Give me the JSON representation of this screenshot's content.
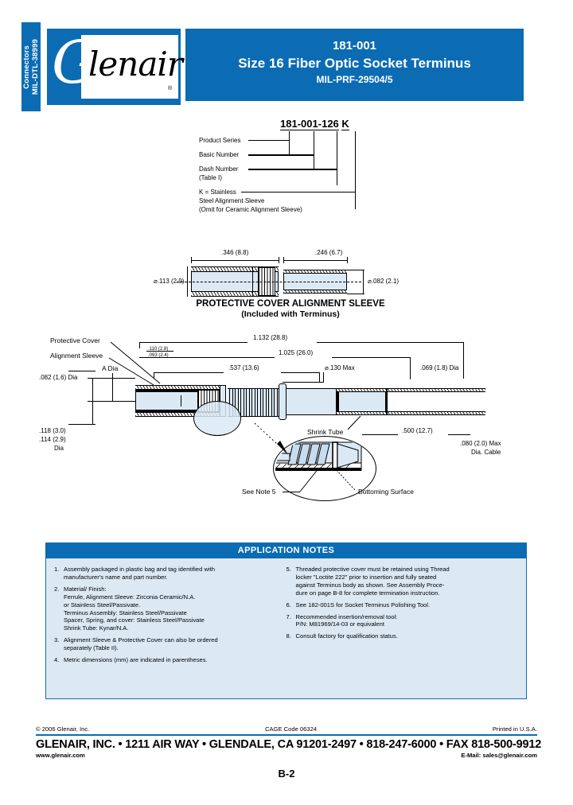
{
  "side_tab": {
    "line1": "MIL-DTL-38999",
    "line2": "Connectors"
  },
  "logo": {
    "initial": "G",
    "word": "lenair",
    "registered": "®"
  },
  "header": {
    "part_number": "181-001",
    "title": "Size 16 Fiber Optic Socket Terminus",
    "spec": "MIL-PRF-29504/5",
    "accent_color": "#0b6cb3"
  },
  "part_number_breakdown": {
    "code_segments": [
      "181",
      "-",
      "001",
      "-",
      "126",
      " ",
      "K"
    ],
    "code_full": "181-001-126 K",
    "labels": [
      {
        "text": "Product Series"
      },
      {
        "text": "Basic Number"
      },
      {
        "text": "Dash Number"
      },
      {
        "text": "(Table I)"
      },
      {
        "text": "K = Stainless"
      },
      {
        "text": "Steel Alignment Sleeve"
      },
      {
        "text": "(Omit for Ceramic Alignment Sleeve)"
      }
    ]
  },
  "sleeve_diagram": {
    "caption_line1": "PROTECTIVE COVER ALIGNMENT SLEEVE",
    "caption_line2": "(Included with Terminus)",
    "dim_cover_length": ".346 (8.8)",
    "dim_sleeve_length": ".246 (6.7)",
    "dim_cover_dia": "⌀.113 (2.9)",
    "dim_sleeve_dia": "⌀.082 (2.1)"
  },
  "assembly_diagram": {
    "label_protective_cover": "Protective Cover",
    "label_alignment_sleeve": "Alignment Sleeve",
    "label_a_dia": "A Dia",
    "label_shrink_tube": "Shrink Tube",
    "label_see_note_5": "See Note 5",
    "label_bottoming_surface": "Bottoming Surface",
    "dim_overall": "1.132 (28.8)",
    "dim_second": "1.025 (26.0)",
    "dim_third": ".537 (13.6)",
    "dim_tol_upper": ".110 (2.8)",
    "dim_tol_lower": ".093 (2.4)",
    "dim_body_max": "⌀.130 Max",
    "dim_tip_dia": ".069 (1.8) Dia",
    "dim_bore_dia": ".082 (1.6) Dia",
    "dim_outer_upper": ".118 (3.0)",
    "dim_outer_lower": ".114 (2.9)",
    "dim_outer_suffix": "Dia",
    "dim_tube_length": ".500 (12.7)",
    "dim_cable_max": ".080 (2.0) Max",
    "dim_cable_suffix": "Dia. Cable"
  },
  "application_notes": {
    "header": "APPLICATION NOTES",
    "left_column": [
      {
        "number": "1.",
        "lines": [
          "Assembly packaged in plastic bag and tag identified with",
          "manufacturer's name and part number."
        ]
      },
      {
        "number": "2.",
        "lines": [
          "Material/ Finish:",
          "Ferrule, Alignment Sleeve: Zirconia Ceramic/N.A.",
          "or Stainless Steel/Passivate.",
          "Terminus Assembly: Stainless Steel/Passivate",
          "Spacer, Spring, and cover: Stainless Steel/Passivate",
          "Shrink Tube: Kynar/N.A."
        ]
      },
      {
        "number": "3.",
        "lines": [
          "Alignment Sleeve & Protective Cover can also be ordered",
          "separately (Table II)."
        ]
      },
      {
        "number": "4.",
        "lines": [
          "Metric dimensions (mm) are indicated in parentheses."
        ]
      }
    ],
    "right_column": [
      {
        "number": "5.",
        "lines": [
          "Threaded protective cover must be retained using Thread",
          "locker \"Loctite 222\" prior to insertion and fully seated",
          "against Terminus body as shown. See Assembly Proce-",
          "dure on page B-8 for complete termination instruction."
        ]
      },
      {
        "number": "6.",
        "lines": [
          "See 182-001S for Socket Terminus Polishing Tool."
        ]
      },
      {
        "number": "7.",
        "lines": [
          "Recommended insertion/removal tool:",
          "P/N: M81969/14-03 or equivalent"
        ]
      },
      {
        "number": "8.",
        "lines": [
          "Consult factory for qualification status."
        ]
      }
    ]
  },
  "footer": {
    "copyright": "© 2006 Glenair, Inc.",
    "cage_code": "CAGE Code 06324",
    "printed": "Printed in U.S.A.",
    "address_line": "GLENAIR, INC.  •  1211 AIR WAY  •  GLENDALE, CA 91201-2497  •  818-247-6000  •  FAX 818-500-9912",
    "website": "www.glenair.com",
    "email": "E-Mail: sales@glenair.com",
    "page_number": "B-2"
  }
}
